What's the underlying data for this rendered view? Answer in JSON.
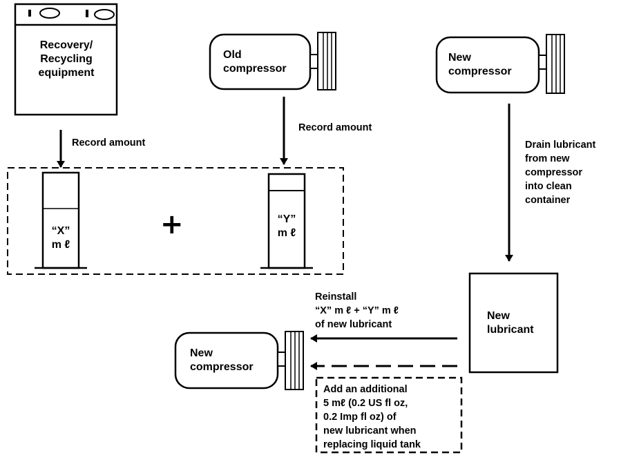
{
  "recovery_machine": {
    "label_lines": [
      "Recovery/",
      "Recycling",
      "equipment"
    ],
    "record_label": "Record amount"
  },
  "old_compressor": {
    "label_lines": [
      "Old",
      "compressor"
    ],
    "record_label": "Record amount"
  },
  "new_compressor_top": {
    "label_lines": [
      "New",
      "compressor"
    ],
    "drain_lines": [
      "Drain lubricant",
      "from new",
      "compressor",
      "into clean",
      "container"
    ]
  },
  "cylinder_x": {
    "label_lines": [
      "“X”",
      "m ℓ"
    ]
  },
  "cylinder_y": {
    "label_lines": [
      "“Y”",
      "m ℓ"
    ]
  },
  "plus_sign": "+",
  "new_lubricant": {
    "label_lines": [
      "New",
      "lubricant"
    ]
  },
  "reinstall": {
    "label_lines": [
      "Reinstall",
      "“X” m ℓ + “Y” m ℓ",
      "of new lubricant"
    ]
  },
  "new_compressor_bottom": {
    "label_lines": [
      "New",
      "compressor"
    ]
  },
  "additional_note": {
    "label_lines": [
      "Add an additional",
      "5 mℓ (0.2 US fl oz,",
      "0.2 Imp fl oz) of",
      "new lubricant when",
      "replacing liquid tank"
    ]
  }
}
